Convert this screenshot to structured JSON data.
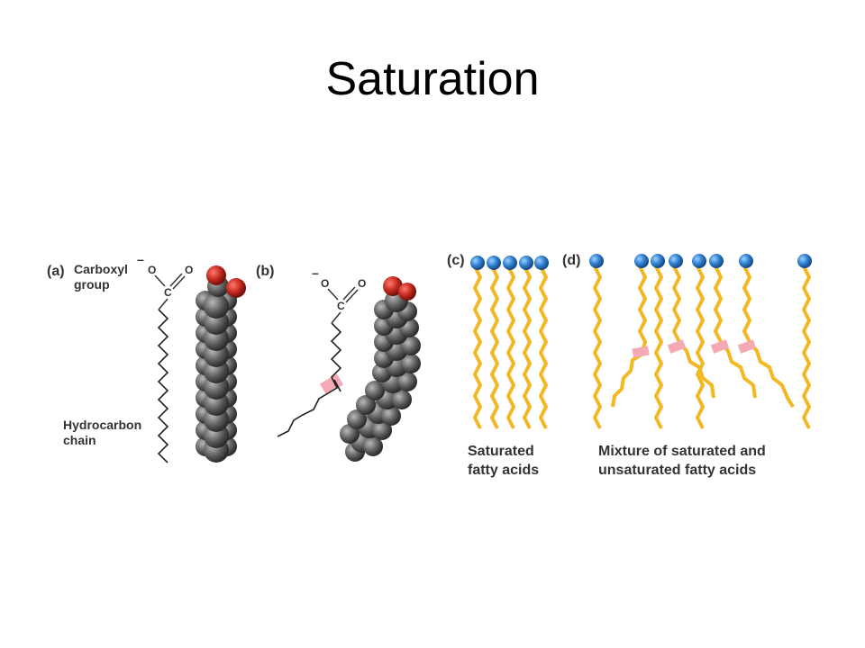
{
  "slide": {
    "title": "Saturation"
  },
  "panel_a": {
    "label": "(a)",
    "carboxyl_line1": "Carboxyl",
    "carboxyl_line2": "group",
    "hydro_line1": "Hydrocarbon",
    "hydro_line2": "chain",
    "o_left": "O",
    "o_right": "O",
    "carbon": "C",
    "minus": "–"
  },
  "panel_b": {
    "label": "(b)",
    "o_left": "O",
    "o_right": "O",
    "carbon": "C",
    "minus": "–"
  },
  "panel_c": {
    "label": "(c)",
    "caption_line1": "Saturated",
    "caption_line2": "fatty acids"
  },
  "panel_d": {
    "label": "(d)",
    "caption_line1": "Mixture of saturated and",
    "caption_line2": "unsaturated fatty acids"
  },
  "colors": {
    "head": "#2f7fcf",
    "tail": "#f3b722",
    "atom": "#5e5e5e",
    "oxygen": "#c0261d",
    "double_bond": "#f4a9b4"
  }
}
